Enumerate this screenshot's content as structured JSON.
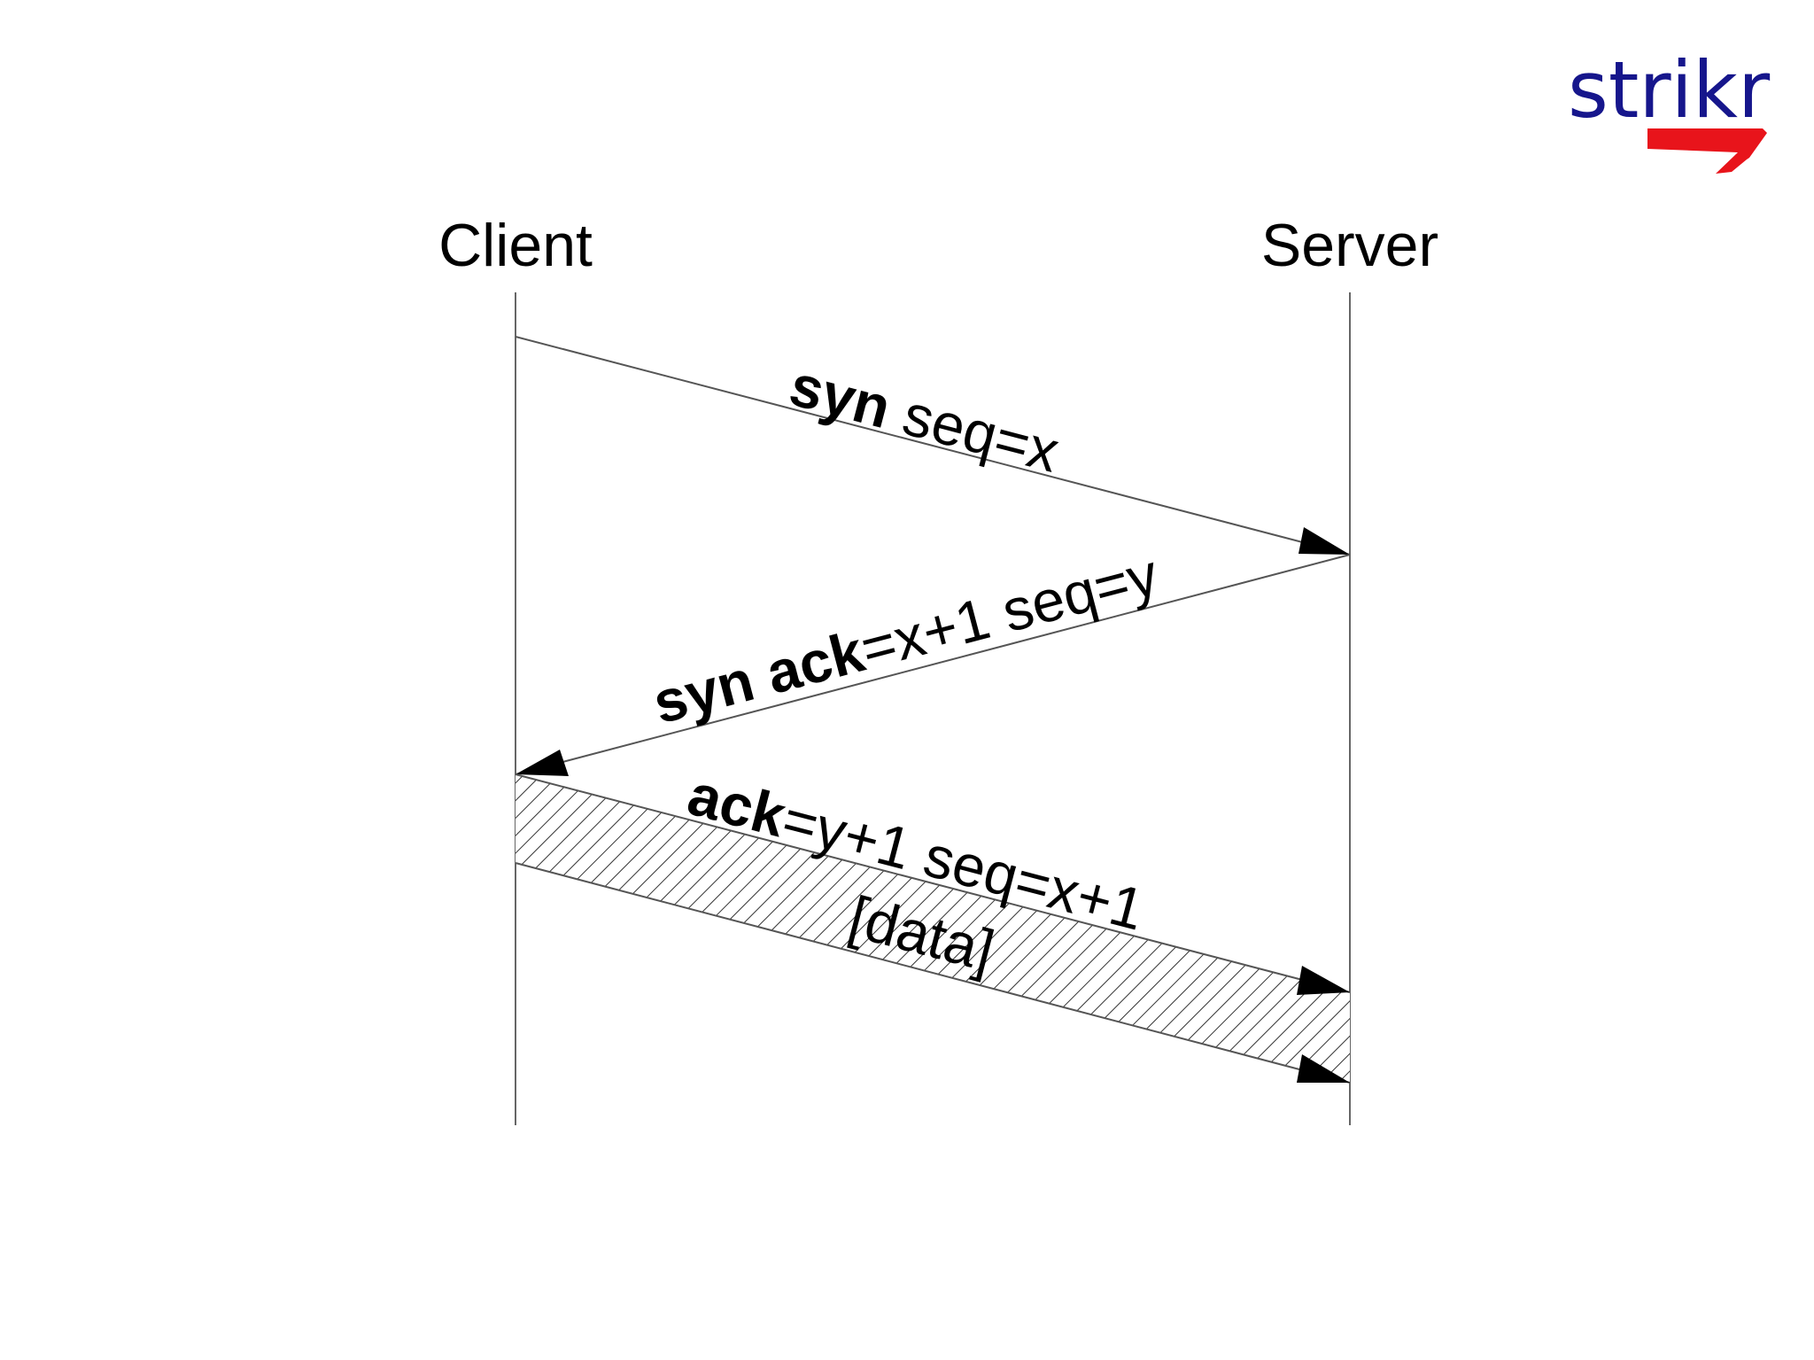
{
  "logo": {
    "text": "strikr"
  },
  "participants": {
    "client": "Client",
    "server": "Server"
  },
  "messages": {
    "syn": {
      "keyword": "syn",
      "rest": " seq=x"
    },
    "syn_ack": {
      "keyword": "syn ack",
      "rest": "=x+1 seq=y"
    },
    "ack": {
      "keyword": "ack",
      "rest": "=y+1 seq=x+1",
      "data": "[data]"
    }
  },
  "colors": {
    "logo_text": "#16168c",
    "logo_swoosh": "#e8141b",
    "lines": "#555555",
    "arrowheads": "#000000"
  }
}
